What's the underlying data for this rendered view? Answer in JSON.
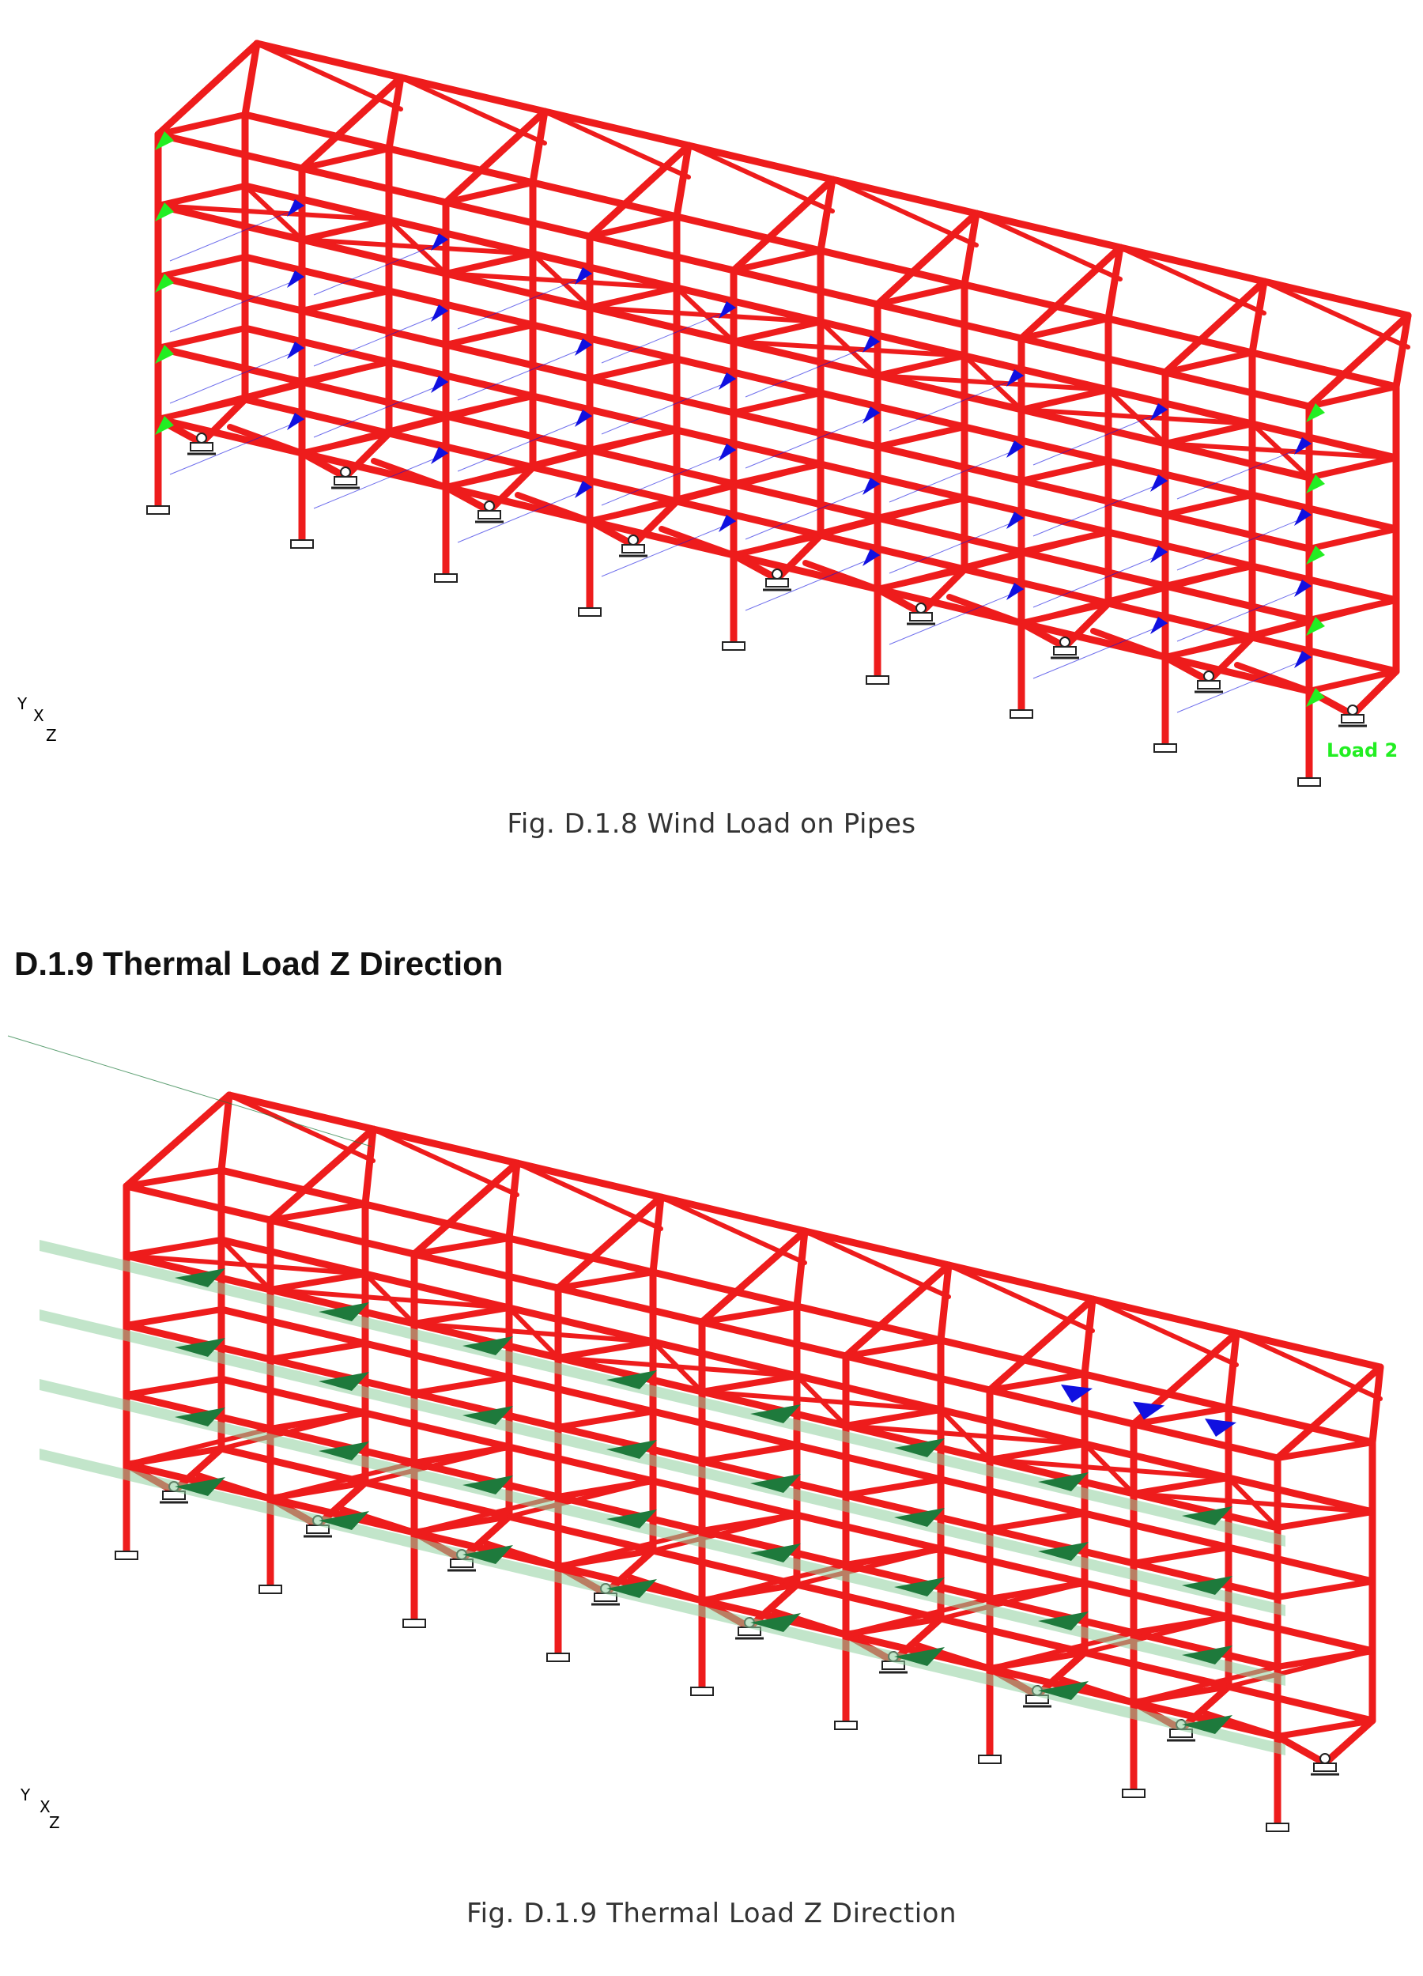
{
  "figure1": {
    "caption": "Fig. D.1.8  Wind Load on Pipes",
    "load_label": "Load 2",
    "axis": {
      "y": "Y",
      "x": "X",
      "z": "Z"
    }
  },
  "section2": {
    "heading": "D.1.9 Thermal Load Z Direction"
  },
  "figure2": {
    "caption": "Fig. D.1.9 Thermal Load Z Direction",
    "axis": {
      "y": "Y",
      "x": "X",
      "z": "Z"
    }
  },
  "colors": {
    "member": "#ee1c1c",
    "support": "#222222",
    "wind_pipe_arrow": "#1010e0",
    "wind_edge_arrow": "#22ee22",
    "thermal_arrow": "#1e7a3c",
    "thermal_hatch": "#8fcf9f",
    "blue_arrow": "#1010e0",
    "load_label": "#22ee22"
  }
}
